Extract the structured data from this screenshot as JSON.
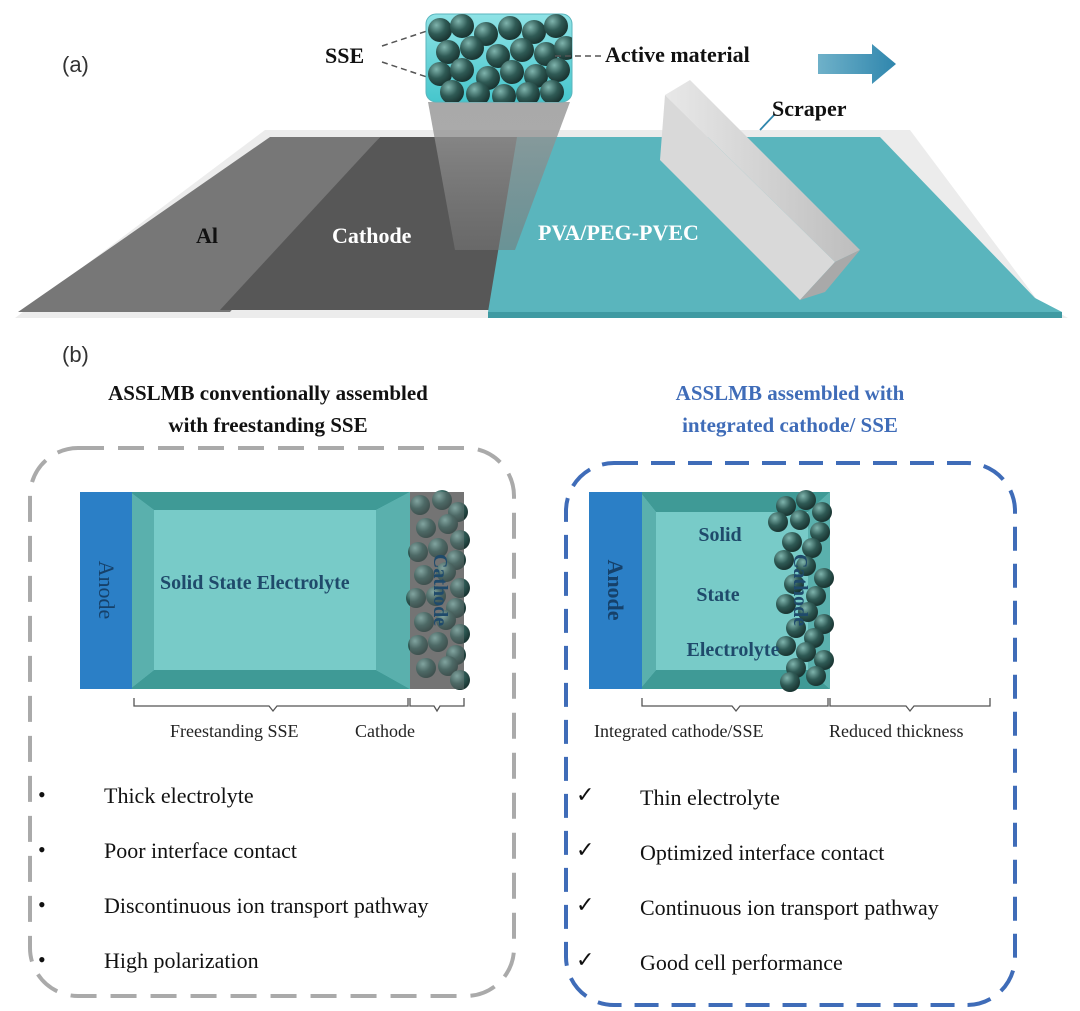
{
  "panel_a": {
    "label": "(a)",
    "sse": "SSE",
    "active_material": "Active material",
    "scraper": "Scraper",
    "al": "Al",
    "cathode": "Cathode",
    "pva": "PVA/PEG-PVEC"
  },
  "panel_b": {
    "label": "(b)",
    "left": {
      "title_line1": "ASSLMB conventionally assembled",
      "title_line2": "with freestanding SSE",
      "anode": "Anode",
      "electrolyte": "Solid State Electrolyte",
      "cathode": "Cathode",
      "brace_sse": "Freestanding SSE",
      "brace_cathode": "Cathode",
      "bullet_symbol": "•",
      "bullets": [
        "Thick electrolyte",
        "Poor interface contact",
        "Discontinuous ion transport pathway",
        "High polarization"
      ]
    },
    "right": {
      "title_line1": "ASSLMB assembled with",
      "title_line2": "integrated cathode/ SSE",
      "anode": "Anode",
      "electrolyte_line1": "Solid",
      "electrolyte_line2": "State",
      "electrolyte_line3": "Electrolyte",
      "cathode": "Cathode",
      "brace_integrated": "Integrated cathode/SSE",
      "brace_reduced": "Reduced thickness",
      "check_symbol": "✓",
      "bullets": [
        "Thin electrolyte",
        "Optimized interface contact",
        "Continuous ion transport pathway",
        "Good cell performance"
      ]
    }
  },
  "colors": {
    "teal": "#5cb8bf",
    "teal_dark": "#2f8f96",
    "anode_blue": "#2b7fc6",
    "dashed_gray": "#aaaaaa",
    "dashed_blue": "#3f6cb8",
    "title_blue": "#3f6cb8",
    "sphere": "#2f5a55"
  }
}
